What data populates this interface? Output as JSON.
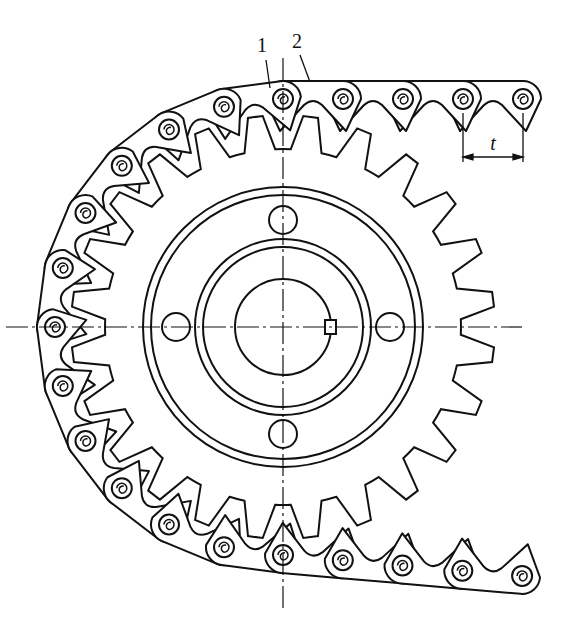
{
  "diagram": {
    "labels": [
      "1",
      "2",
      "t"
    ]
  }
}
